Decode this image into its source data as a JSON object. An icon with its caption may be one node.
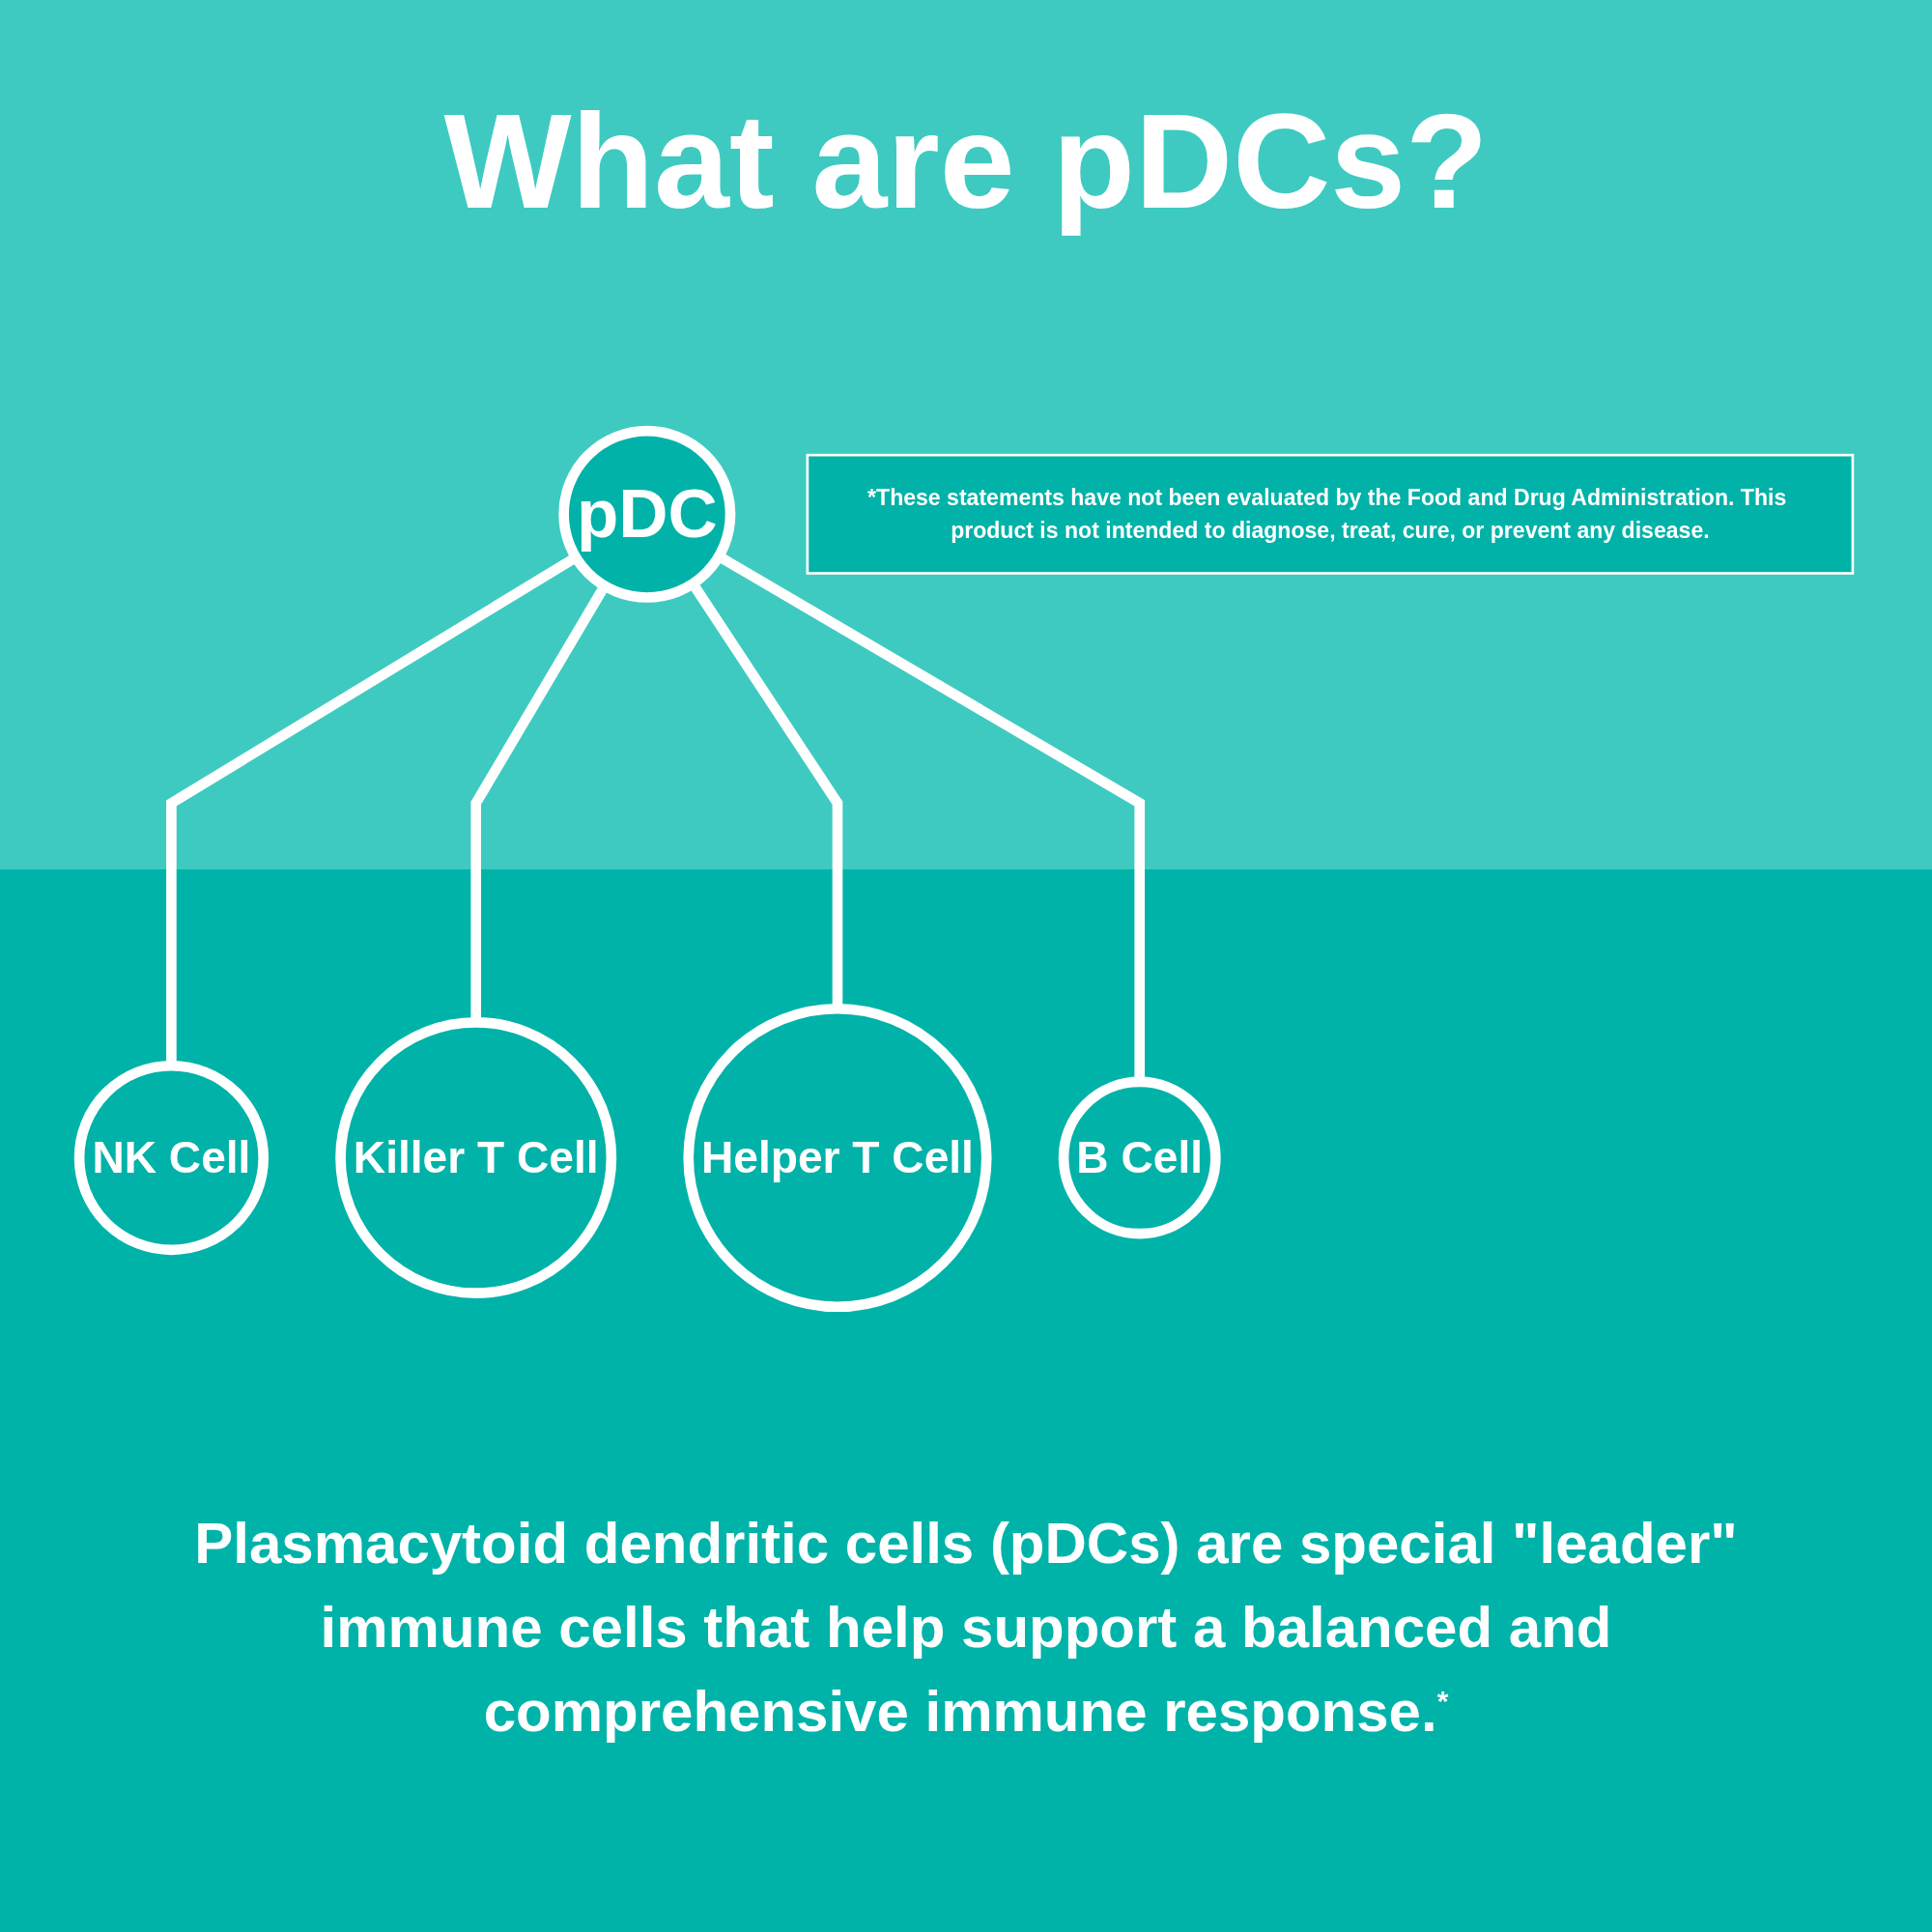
{
  "diagram": {
    "title": "What are pDCs?",
    "caption": "Plasmacytoid dendritic cells (pDCs) are special \"leader\" immune cells that help support a balanced and comprehensive immune response.$^{*}$",
    "nodes": [
      {
        "text": [
          "pDC"
        ]
      },
      {
        "text": [
          "NK Cell"
        ]
      },
      {
        "text": [
          "Killer T Cell"
        ]
      },
      {
        "text": [
          "Helper T Cell"
        ]
      },
      {
        "text": [
          "B Cell"
        ]
      },
      {
        "text": [
          "*These statements have not been evaluated by the Food and Drug Administration. This product is not intended to diagnose, treat, cure, or prevent any disease."
        ]
      }
    ],
    "edges": [
      {
        "from": 0,
        "to": 1,
        "arrow": "none"
      },
      {
        "from": 0,
        "to": 2,
        "arrow": "none"
      },
      {
        "from": 0,
        "to": 3,
        "arrow": "none"
      },
      {
        "from": 0,
        "to": 4,
        "arrow": "none"
      }
    ]
  }
}
